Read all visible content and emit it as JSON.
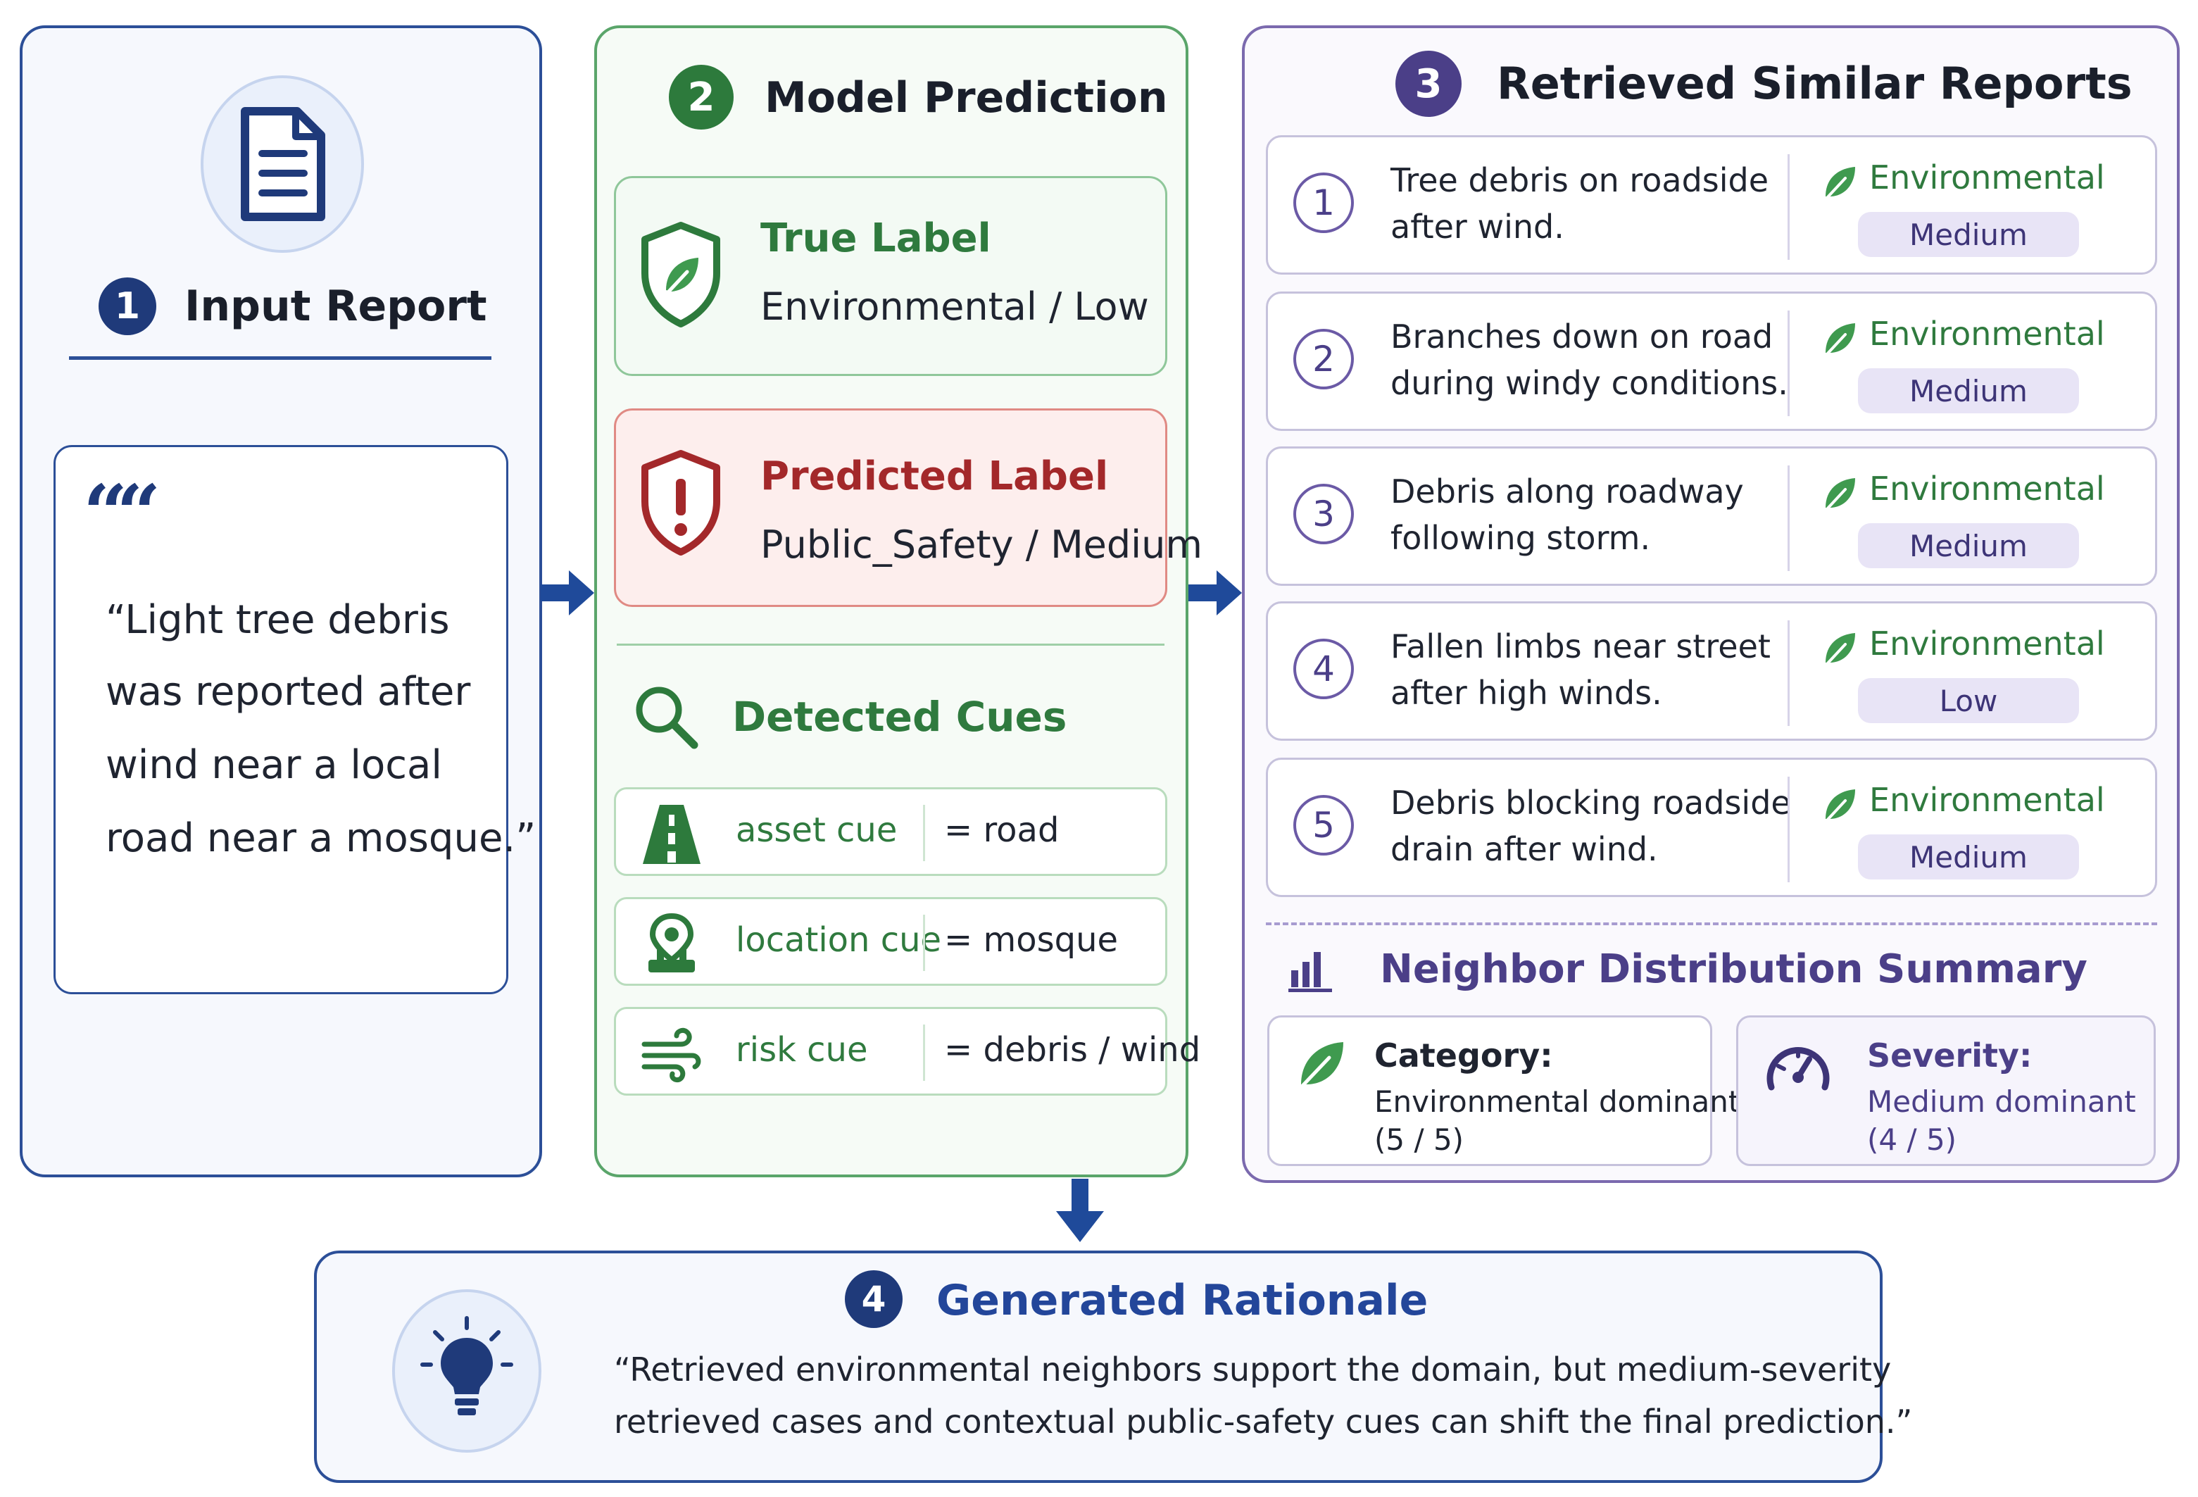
{
  "input_report": {
    "step": "1",
    "title": "Input Report",
    "quote_mark": "““",
    "text_lines": [
      "“Light tree debris",
      "was reported after",
      "wind near a local",
      "road near a mosque.”"
    ]
  },
  "model_prediction": {
    "step": "2",
    "title": "Model Prediction",
    "true_label": {
      "heading": "True Label",
      "value": "Environmental / Low"
    },
    "predicted_label": {
      "heading": "Predicted Label",
      "value": "Public_Safety / Medium"
    },
    "cues_title": "Detected Cues",
    "cues": [
      {
        "name": "asset cue",
        "value": "= road",
        "icon": "road-icon"
      },
      {
        "name": "location cue",
        "value": "= mosque",
        "icon": "map-pin-icon"
      },
      {
        "name": "risk cue",
        "value": "= debris / wind",
        "icon": "wind-icon"
      }
    ]
  },
  "retrieved": {
    "step": "3",
    "title": "Retrieved Similar Reports",
    "reports": [
      {
        "num": "1",
        "line1": "Tree debris on roadside",
        "line2": "after wind.",
        "category": "Environmental",
        "severity": "Medium"
      },
      {
        "num": "2",
        "line1": "Branches down on road",
        "line2": "during windy conditions.",
        "category": "Environmental",
        "severity": "Medium"
      },
      {
        "num": "3",
        "line1": "Debris along roadway",
        "line2": "following storm.",
        "category": "Environmental",
        "severity": "Medium"
      },
      {
        "num": "4",
        "line1": "Fallen limbs near street",
        "line2": "after high winds.",
        "category": "Environmental",
        "severity": "Low"
      },
      {
        "num": "5",
        "line1": "Debris blocking roadside",
        "line2": "drain after wind.",
        "category": "Environmental",
        "severity": "Medium"
      }
    ],
    "summary_title": "Neighbor Distribution Summary",
    "category_summary": {
      "label": "Category:",
      "line1": "Environmental dominant",
      "line2": "(5 / 5)"
    },
    "severity_summary": {
      "label": "Severity:",
      "line1": "Medium dominant",
      "line2": "(4 / 5)"
    }
  },
  "rationale": {
    "step": "4",
    "title": "Generated Rationale",
    "line1": "“Retrieved environmental neighbors support the domain, but medium-severity",
    "line2": "retrieved cases and contextual public-safety cues can shift the final prediction.”"
  },
  "colors": {
    "navy": "#2c4f98",
    "green": "#2f7a3e",
    "red": "#a3282a",
    "purple": "#4b3f88"
  }
}
